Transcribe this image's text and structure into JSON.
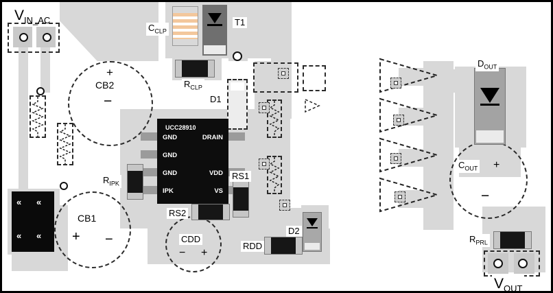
{
  "labels": {
    "vin_main": "V",
    "vin_sub": "IN_AC",
    "vout_main": "V",
    "vout_sub": "OUT",
    "cclp_main": "C",
    "cclp_sub": "CLP",
    "rclp_main": "R",
    "rclp_sub": "CLP",
    "ripk_main": "R",
    "ripk_sub": "IPK",
    "dout_main": "D",
    "dout_sub": "OUT",
    "cout_main": "C",
    "cout_sub": "OUT",
    "rprl_main": "R",
    "rprl_sub": "PRL",
    "t1": "T1",
    "cb2": "CB2",
    "cb1": "CB1",
    "d1": "D1",
    "d2": "D2",
    "rs1": "RS1",
    "rs2": "RS2",
    "cdd": "CDD",
    "rdd": "RDD",
    "plus": "+",
    "minus": "−",
    "bridge_mark": "«"
  },
  "ic": {
    "name": "UCC28910",
    "left_pins": [
      "GND",
      "GND",
      "GND",
      "IPK"
    ],
    "right_pins": [
      "DRAIN",
      "VDD",
      "VS"
    ]
  },
  "colors": {
    "copper_pour": "#d8d8d8",
    "component_body": "#161616",
    "component_ends": "#c6c6c6",
    "cclp_stripe": "#f3c79c",
    "diode_body": "#a3a3a3",
    "t1_body": "#6f6f6f",
    "ic_body": "#0d0d0d"
  }
}
